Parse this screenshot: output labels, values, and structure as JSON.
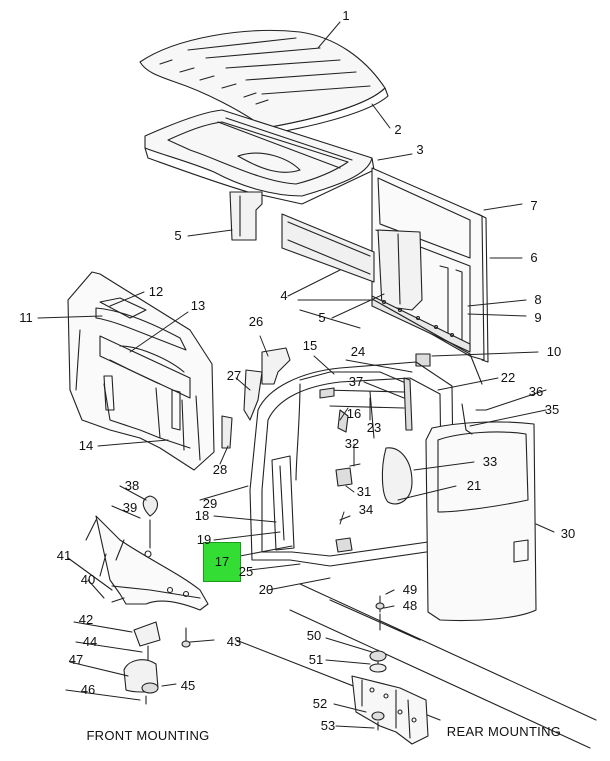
{
  "labels": {
    "p1": "1",
    "p2": "2",
    "p3": "3",
    "p4": "4",
    "p5a": "5",
    "p5b": "5",
    "p6": "6",
    "p7": "7",
    "p8": "8",
    "p9": "9",
    "p10": "10",
    "p11": "11",
    "p12": "12",
    "p13": "13",
    "p14": "14",
    "p15": "15",
    "p16": "16",
    "p17": "17",
    "p18": "18",
    "p19": "19",
    "p20": "20",
    "p21": "21",
    "p22": "22",
    "p23": "23",
    "p24": "24",
    "p25": "25",
    "p26": "26",
    "p27": "27",
    "p28": "28",
    "p29": "29",
    "p30": "30",
    "p31": "31",
    "p32": "32",
    "p33": "33",
    "p34": "34",
    "p35": "35",
    "p36": "36",
    "p37": "37",
    "p38": "38",
    "p39": "39",
    "p40": "40",
    "p41": "41",
    "p42": "42",
    "p43": "43",
    "p44": "44",
    "p45": "45",
    "p46": "46",
    "p47": "47",
    "p48": "48",
    "p49": "49",
    "p50": "50",
    "p51": "51",
    "p52": "52",
    "p53": "53"
  },
  "captions": {
    "front": "FRONT MOUNTING",
    "rear": "REAR MOUNTING"
  },
  "highlight": {
    "part": "17",
    "color": "#33dd33"
  }
}
